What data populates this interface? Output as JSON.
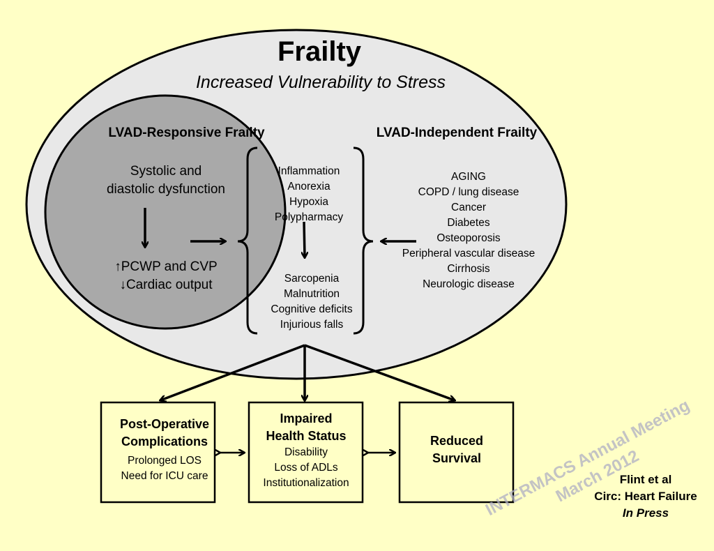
{
  "title": "Frailty",
  "subtitle": "Increased Vulnerability to Stress",
  "responsive": {
    "heading": "LVAD-Responsive Frailty",
    "dysfunction": [
      "Systolic and",
      "diastolic dysfunction"
    ],
    "hemodynamics": [
      "↑PCWP and CVP",
      "↓Cardiac output"
    ]
  },
  "independent": {
    "heading": "LVAD-Independent Frailty",
    "conditions": [
      "AGING",
      "COPD / lung disease",
      "Cancer",
      "Diabetes",
      "Osteoporosis",
      "Peripheral vascular disease",
      "Cirrhosis",
      "Neurologic disease"
    ]
  },
  "mediators": [
    "Inflammation",
    "Anorexia",
    "Hypoxia",
    "Polypharmacy"
  ],
  "frailty_outcomes": [
    "Sarcopenia",
    "Malnutrition",
    "Cognitive deficits",
    "Injurious falls"
  ],
  "boxes": {
    "postop": {
      "title": [
        "Post-Operative",
        "Complications"
      ],
      "items": [
        "Prolonged LOS",
        "Need for ICU care"
      ]
    },
    "health": {
      "title": [
        "Impaired",
        "Health Status"
      ],
      "items": [
        "Disability",
        "Loss of ADLs",
        "Institutionalization"
      ]
    },
    "survival": {
      "title": [
        "Reduced",
        "Survival"
      ]
    }
  },
  "citation": {
    "authors": "Flint et al",
    "journal": "Circ: Heart Failure",
    "status": "In Press"
  },
  "watermark": [
    "INTERMACS Annual Meeting",
    "March 2012"
  ],
  "colors": {
    "background": "#FFFFC6",
    "outer_ellipse": "#E8E8E8",
    "inner_ellipse": "#A9A9A9",
    "watermark": "#B4B4C8"
  }
}
